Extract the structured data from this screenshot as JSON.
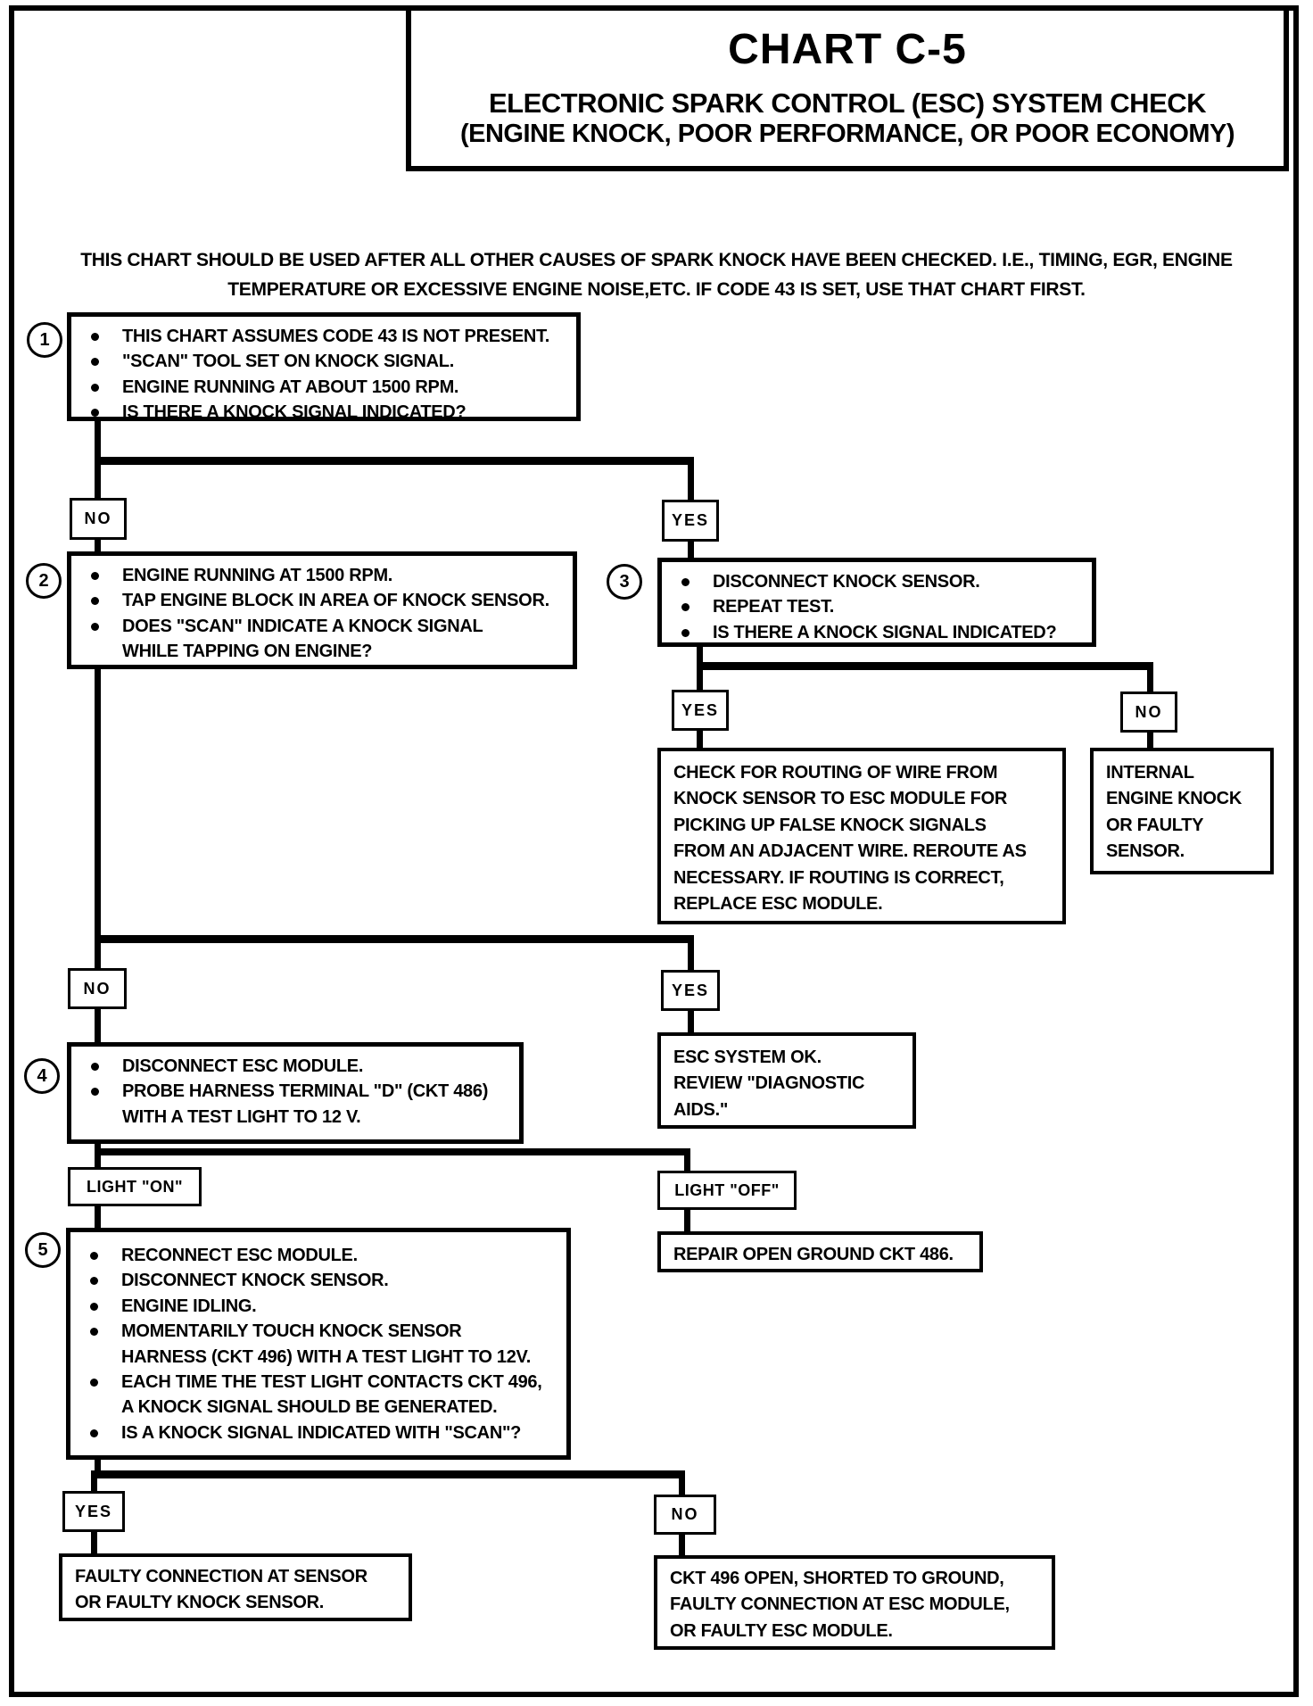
{
  "page": {
    "title": "CHART C-5",
    "subtitle": "ELECTRONIC SPARK CONTROL (ESC) SYSTEM CHECK",
    "subtitle2": "(ENGINE KNOCK, POOR PERFORMANCE, OR POOR ECONOMY)",
    "intro": "THIS CHART SHOULD BE USED AFTER ALL OTHER CAUSES OF SPARK KNOCK HAVE BEEN CHECKED.  I.E., TIMING, EGR, ENGINE\nTEMPERATURE OR EXCESSIVE ENGINE NOISE,ETC.  IF CODE 43 IS SET, USE THAT CHART FIRST."
  },
  "colors": {
    "ink": "#000000",
    "paper": "#ffffff"
  },
  "nodes": {
    "step1": {
      "number": "1",
      "bullets": [
        "THIS CHART ASSUMES CODE 43 IS NOT PRESENT.",
        "\"SCAN\" TOOL SET ON KNOCK SIGNAL.",
        "ENGINE RUNNING AT ABOUT 1500 RPM.",
        "IS THERE A KNOCK SIGNAL INDICATED?"
      ]
    },
    "no1": {
      "label": "NO"
    },
    "yes1": {
      "label": "YES"
    },
    "step2": {
      "number": "2",
      "bullets": [
        "ENGINE RUNNING AT 1500 RPM.",
        "TAP ENGINE BLOCK IN AREA OF KNOCK SENSOR.",
        "DOES \"SCAN\" INDICATE A KNOCK SIGNAL\nWHILE TAPPING ON ENGINE?"
      ]
    },
    "step3": {
      "number": "3",
      "bullets": [
        "DISCONNECT KNOCK SENSOR.",
        "REPEAT TEST.",
        "IS THERE A KNOCK SIGNAL INDICATED?"
      ]
    },
    "yes2": {
      "label": "YES"
    },
    "no2": {
      "label": "NO"
    },
    "routing": {
      "text": "CHECK FOR ROUTING OF WIRE FROM\nKNOCK SENSOR TO ESC MODULE FOR\nPICKING UP FALSE KNOCK SIGNALS\nFROM AN ADJACENT WIRE.  REROUTE AS\nNECESSARY.  IF ROUTING IS CORRECT,\nREPLACE ESC MODULE."
    },
    "internal_knock": {
      "text": "INTERNAL\nENGINE KNOCK\nOR FAULTY\nSENSOR."
    },
    "no3": {
      "label": "NO"
    },
    "yes3": {
      "label": "YES"
    },
    "step4": {
      "number": "4",
      "bullets": [
        "DISCONNECT ESC MODULE.",
        "PROBE HARNESS TERMINAL \"D\" (CKT 486)\nWITH A TEST LIGHT TO 12 V."
      ]
    },
    "esc_ok": {
      "text": "ESC SYSTEM OK.\nREVIEW \"DIAGNOSTIC\nAIDS.\""
    },
    "light_on": {
      "label": "LIGHT \"ON\""
    },
    "light_off": {
      "label": "LIGHT \"OFF\""
    },
    "repair_ground": {
      "text": "REPAIR OPEN GROUND CKT 486."
    },
    "step5": {
      "number": "5",
      "bullets": [
        "RECONNECT ESC MODULE.",
        "DISCONNECT KNOCK SENSOR.",
        "ENGINE IDLING.",
        "MOMENTARILY TOUCH KNOCK SENSOR\nHARNESS (CKT 496) WITH A TEST LIGHT TO 12V.",
        "EACH TIME THE TEST LIGHT CONTACTS CKT 496,\nA KNOCK SIGNAL SHOULD BE GENERATED.",
        "IS A KNOCK SIGNAL INDICATED WITH \"SCAN\"?"
      ]
    },
    "yes4": {
      "label": "YES"
    },
    "no4": {
      "label": "NO"
    },
    "faulty_sensor": {
      "text": "FAULTY CONNECTION AT SENSOR\nOR FAULTY KNOCK SENSOR."
    },
    "ckt496": {
      "text": "CKT 496 OPEN, SHORTED TO GROUND,\nFAULTY CONNECTION AT ESC MODULE,\nOR FAULTY ESC MODULE."
    }
  }
}
